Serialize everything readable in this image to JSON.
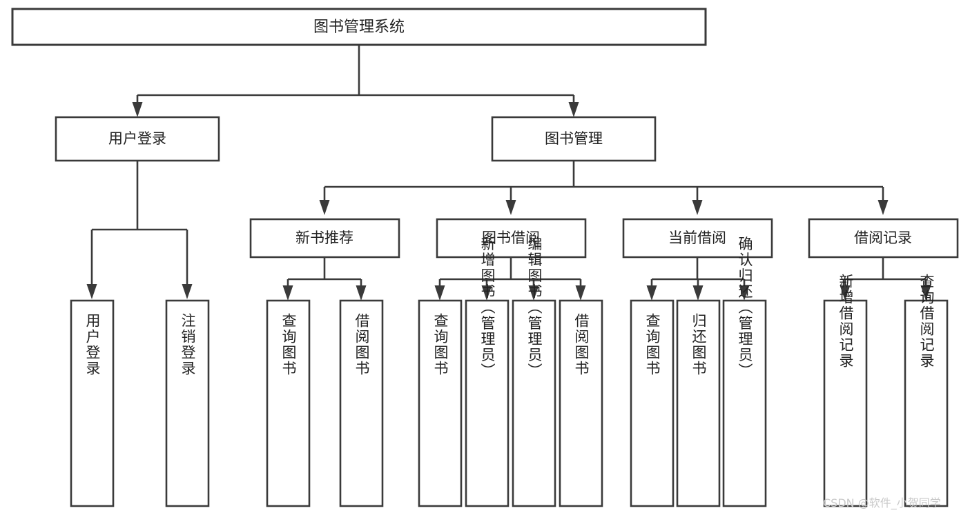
{
  "diagram": {
    "title": "图书管理系统",
    "type": "tree",
    "colors": {
      "stroke": "#3a3a3a",
      "fill": "#ffffff",
      "text": "#222222",
      "watermark": "#c9c9c9",
      "background": "#ffffff"
    },
    "root": {
      "id": "root",
      "label": "图书管理系统"
    },
    "level1": [
      {
        "id": "user-login",
        "label": "用户登录"
      },
      {
        "id": "book-management",
        "label": "图书管理"
      }
    ],
    "level2": [
      {
        "id": "new-book-recommend",
        "label": "新书推荐",
        "parent": "book-management"
      },
      {
        "id": "book-borrow",
        "label": "图书借阅",
        "parent": "book-management"
      },
      {
        "id": "current-borrow",
        "label": "当前借阅",
        "parent": "book-management"
      },
      {
        "id": "borrow-record",
        "label": "借阅记录",
        "parent": "book-management"
      }
    ],
    "leaves": {
      "user-login": [
        {
          "id": "leaf-user-login",
          "label": "用户登录"
        },
        {
          "id": "leaf-logout-login",
          "label": "注销登录"
        }
      ],
      "new-book-recommend": [
        {
          "id": "leaf-query-book-1",
          "label": "查询图书"
        },
        {
          "id": "leaf-borrow-book-1",
          "label": "借阅图书"
        }
      ],
      "book-borrow": [
        {
          "id": "leaf-query-book-2",
          "label": "查询图书"
        },
        {
          "id": "leaf-add-book",
          "label": "新增图书（管理员）"
        },
        {
          "id": "leaf-edit-book",
          "label": "编辑图书（管理员）"
        },
        {
          "id": "leaf-borrow-book-2",
          "label": "借阅图书"
        }
      ],
      "current-borrow": [
        {
          "id": "leaf-query-book-3",
          "label": "查询图书"
        },
        {
          "id": "leaf-return-book",
          "label": "归还图书"
        },
        {
          "id": "leaf-confirm-return",
          "label": "确认归还（管理员）"
        }
      ],
      "borrow-record": [
        {
          "id": "leaf-add-borrow-record",
          "label": "新增借阅记录"
        },
        {
          "id": "leaf-query-borrow-record",
          "label": "查询借阅记录"
        }
      ]
    }
  },
  "watermark": {
    "text": "CSDN @软件_小贺同学"
  }
}
